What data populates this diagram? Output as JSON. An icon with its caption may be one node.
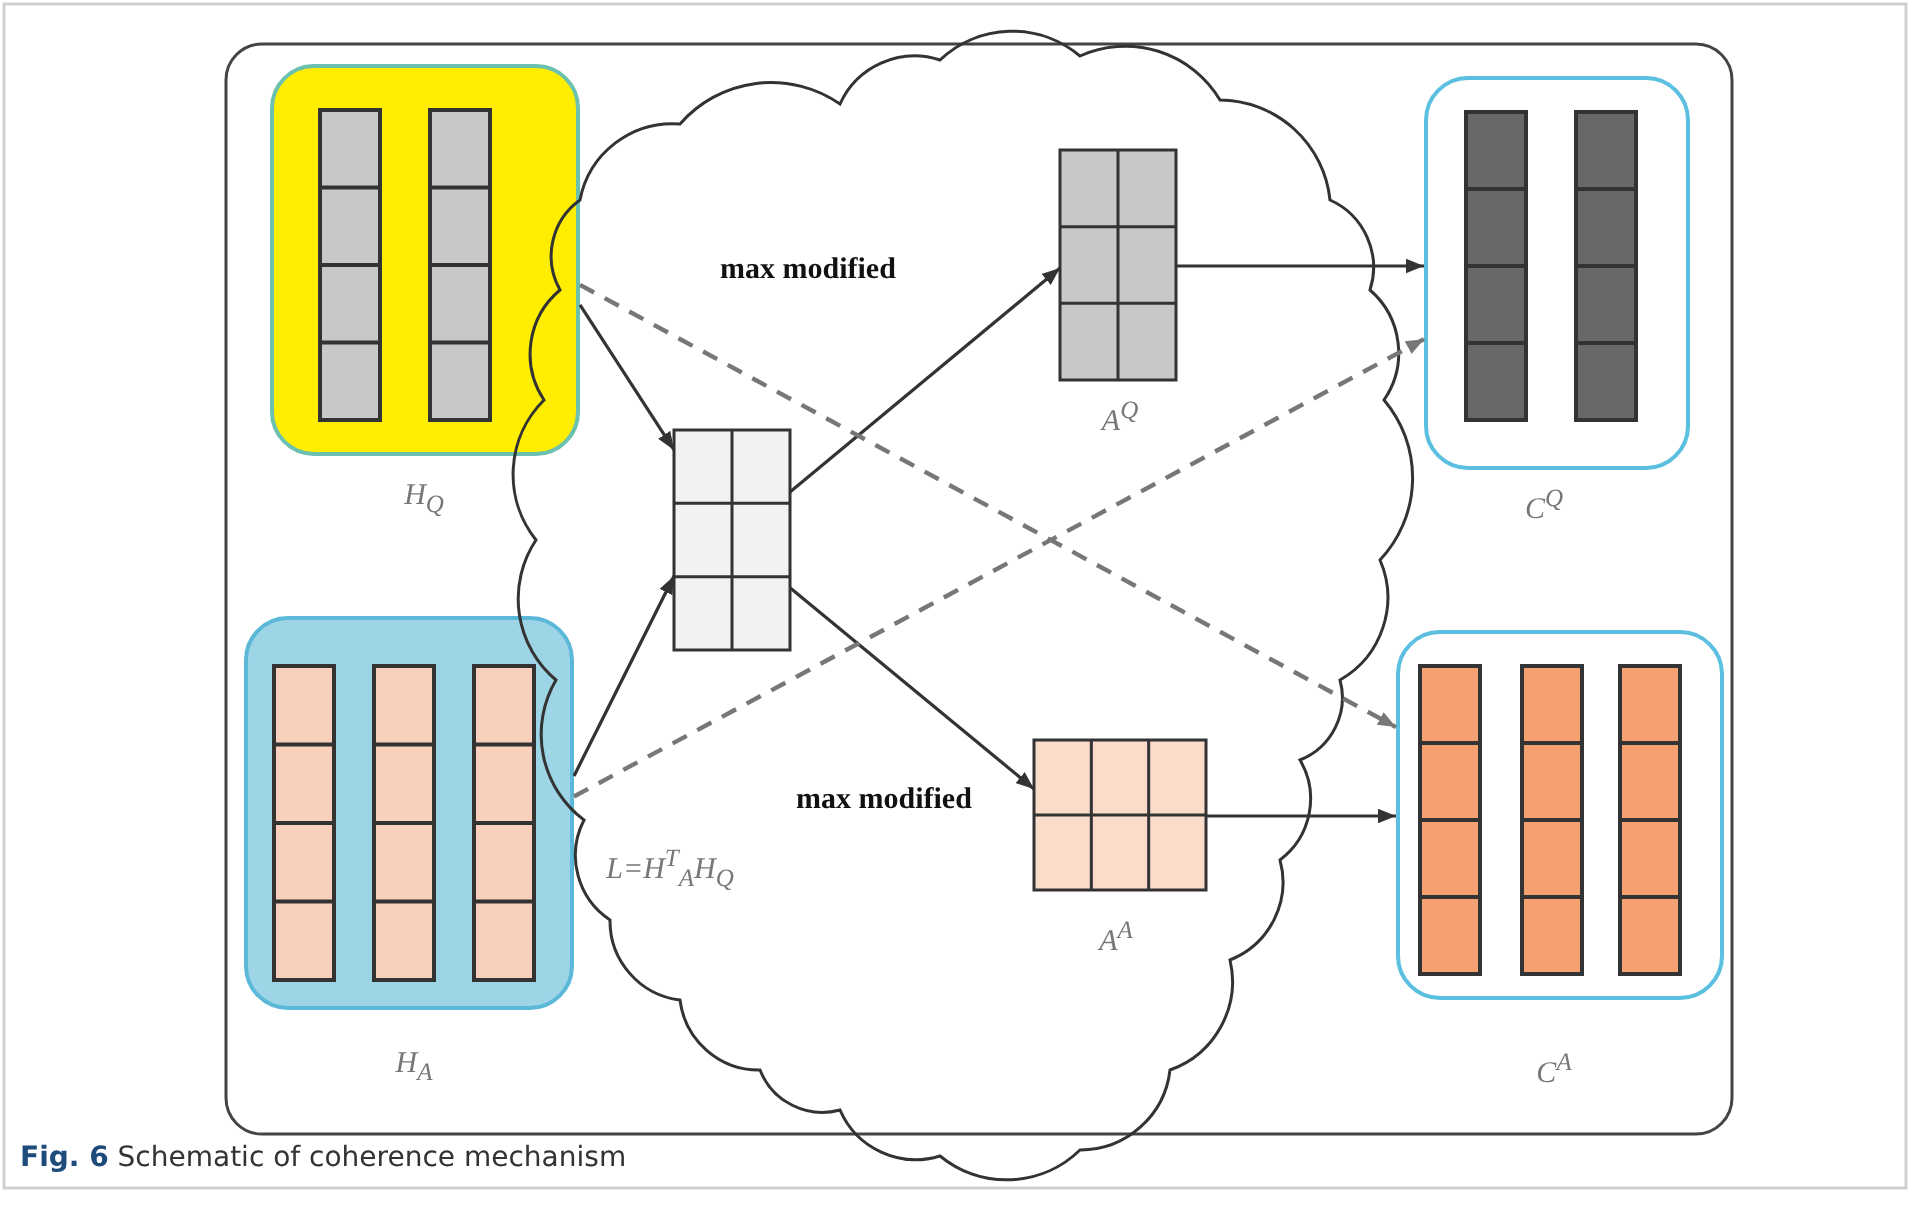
{
  "diagram": {
    "caption": "**Fig. 6** Schematic of coherence mechanism",
    "nodes": [
      {
        "text": [
          "H$_{Q}$"
        ]
      },
      {
        "text": [
          "H$_{A}$"
        ]
      },
      {
        "text": [
          "L=H$^{T}$$_{A}$H$_{Q}$"
        ]
      },
      {
        "text": [],
        "shape": "box",
        "in": 2
      },
      {
        "text": [
          "A$^{Q}$"
        ],
        "in": 2
      },
      {
        "text": [
          "A$^{A}$"
        ],
        "in": 2
      },
      {
        "text": [
          "C$^{Q}$"
        ]
      },
      {
        "text": [
          "C$^{A}$"
        ]
      }
    ],
    "edges": [
      {
        "from": 0,
        "to": 3,
        "arrow": "to"
      },
      {
        "from": 1,
        "to": 3,
        "arrow": "to"
      },
      {
        "from": 3,
        "to": 4,
        "arrow": "to",
        "label": "max modified"
      },
      {
        "from": 3,
        "to": 5,
        "arrow": "to",
        "label": "max modified"
      },
      {
        "from": 4,
        "to": 6,
        "arrow": "to"
      },
      {
        "from": 5,
        "to": 7,
        "arrow": "to"
      },
      {
        "from": 0,
        "to": 7,
        "arrow": "to",
        "style": "dashed",
        "color": "#777777"
      },
      {
        "from": 1,
        "to": 6,
        "arrow": "to",
        "style": "dashed",
        "color": "#777777"
      }
    ]
  }
}
